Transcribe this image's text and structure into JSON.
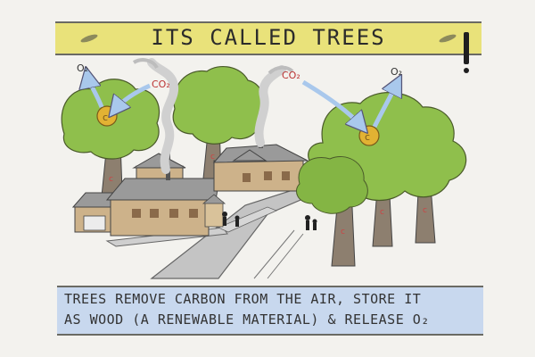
{
  "banner": {
    "title": "ITS CALLED TREES"
  },
  "labels": {
    "o2_left": "O₂",
    "o2_right": "O₂",
    "co2_left": "CO₂",
    "co2_right": "CO₂"
  },
  "caption": {
    "line1": "TREES REMOVE CARBON FROM THE AIR, STORE IT",
    "line2": "AS WOOD (A RENEWABLE MATERIAL) & RELEASE O₂"
  },
  "colors": {
    "banner": "#e9e27a",
    "caption": "#c8d8ee",
    "foliage": "#8fbf4c",
    "house": "#cdb28a",
    "roof": "#9a9a9a",
    "road": "#bdbdbd",
    "arrow": "#a9c8ec",
    "carbon": "#e2b233"
  }
}
